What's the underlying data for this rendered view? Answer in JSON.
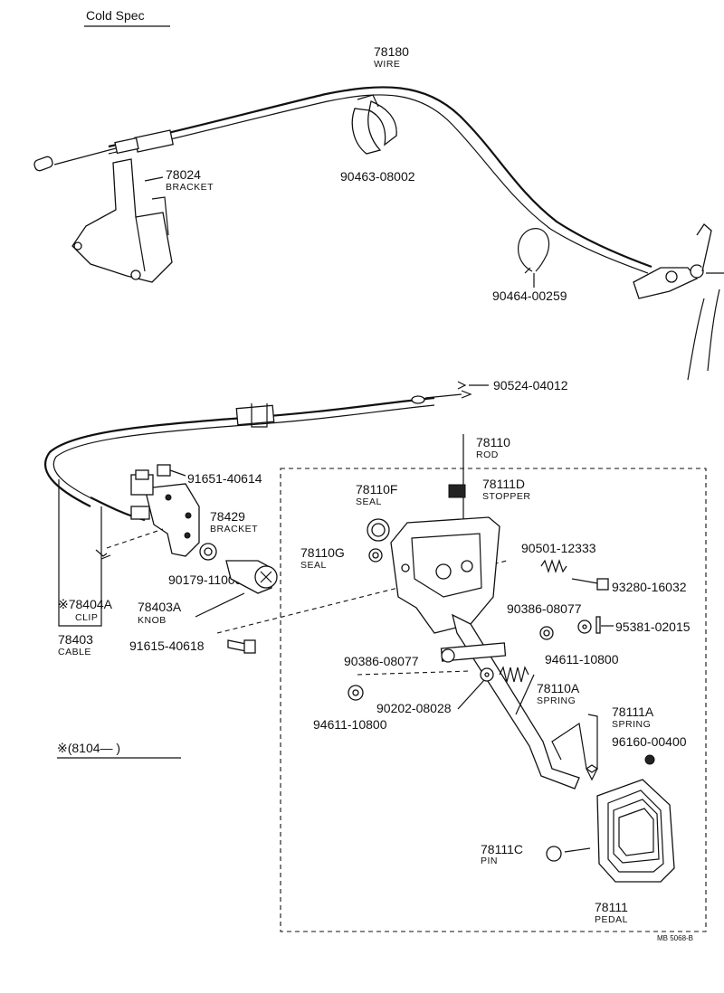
{
  "header": {
    "title": "Cold Spec"
  },
  "footer": {
    "code": "MB 5068-B",
    "applicability": "※(8104—        )"
  },
  "parts": {
    "wire": {
      "number": "78180",
      "name": "WIRE"
    },
    "bracket_upper": {
      "number": "78024",
      "name": "BRACKET"
    },
    "clamp": {
      "number": "90463-08002"
    },
    "ring": {
      "number": "90464-00259"
    },
    "clip_end": {
      "number": "90524-04012"
    },
    "rod": {
      "number": "78110",
      "name": "ROD"
    },
    "seal_f": {
      "number": "78110F",
      "name": "SEAL"
    },
    "stopper": {
      "number": "78111D",
      "name": "STOPPER"
    },
    "seal_g": {
      "number": "78110G",
      "name": "SEAL"
    },
    "bolt_91651": {
      "number": "91651-40614"
    },
    "bracket_lower": {
      "number": "78429",
      "name": "BRACKET"
    },
    "nut_90179": {
      "number": "90179-11003"
    },
    "clip_cable": {
      "number": "※78404A",
      "name": "CLIP"
    },
    "knob": {
      "number": "78403A",
      "name": "KNOB"
    },
    "cable": {
      "number": "78403",
      "name": "CABLE"
    },
    "bolt_91615": {
      "number": "91615-40618"
    },
    "spring_90501": {
      "number": "90501-12333"
    },
    "bolt_93280": {
      "number": "93280-16032"
    },
    "bushing_90386_r": {
      "number": "90386-08077"
    },
    "pin_95381": {
      "number": "95381-02015"
    },
    "washer_94611_r": {
      "number": "94611-10800"
    },
    "bushing_90386_l": {
      "number": "90386-08077"
    },
    "spring_a": {
      "number": "78110A",
      "name": "SPRING"
    },
    "washer_90202": {
      "number": "90202-08028"
    },
    "washer_94611_l": {
      "number": "94611-10800"
    },
    "spring_78111a": {
      "number": "78111A",
      "name": "SPRING"
    },
    "nut_96160": {
      "number": "96160-00400"
    },
    "pin_c": {
      "number": "78111C",
      "name": "PIN"
    },
    "pedal": {
      "number": "78111",
      "name": "PEDAL"
    }
  }
}
